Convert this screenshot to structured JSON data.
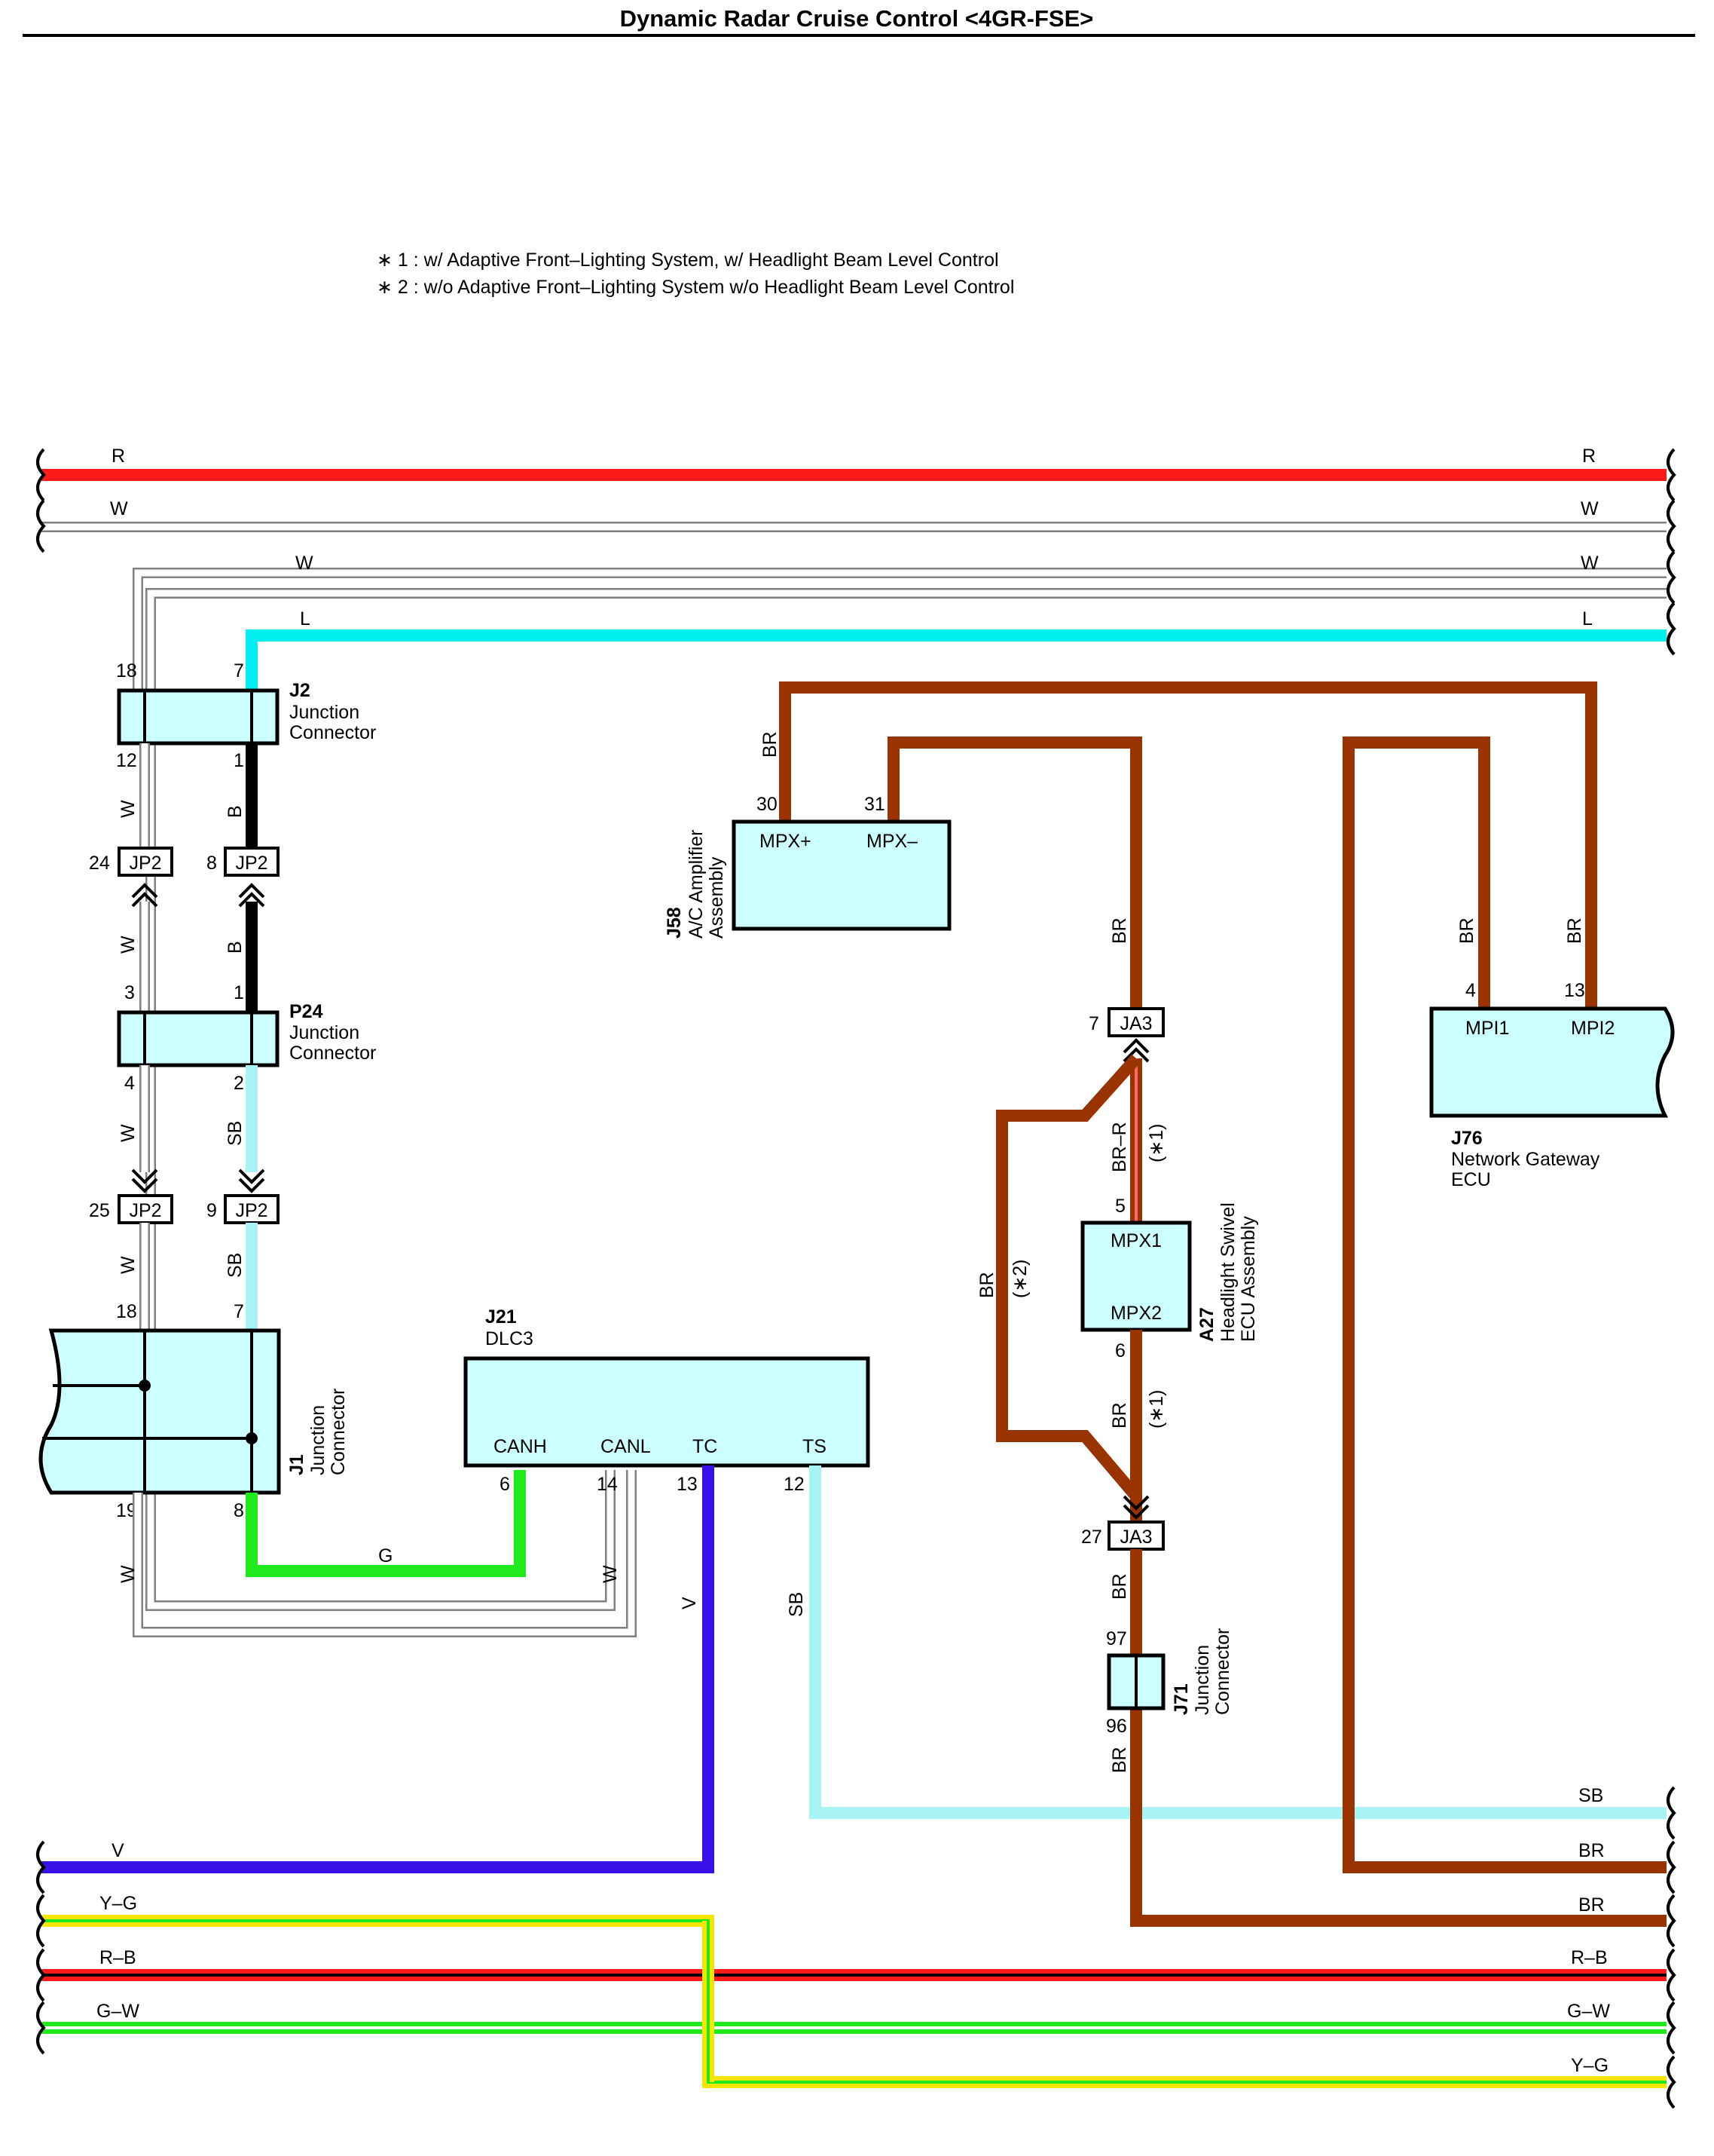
{
  "title": "Dynamic Radar Cruise Control <4GR-FSE>",
  "notes": [
    "∗ 1 : w/ Adaptive Front–Lighting System,  w/ Headlight Beam Level Control",
    "∗ 2 : w/o Adaptive Front–Lighting System w/o Headlight Beam Level Control"
  ],
  "colors": {
    "R": "#ff1a1a",
    "W": "#ffffff",
    "W_outline": "#808080",
    "L": "#00f0f0",
    "B": "#000000",
    "SB": "#a8f4f4",
    "G": "#1eea1e",
    "V": "#3a10e8",
    "BR": "#993300",
    "Y": "#f5e600",
    "connector_fill": "#ccffff"
  },
  "wire_labels": {
    "top_R_left": "R",
    "top_R_right": "R",
    "top_W1_left": "W",
    "top_W1_right": "W",
    "top_W2_left": "W",
    "top_W2_right": "W",
    "top_L_left": "L",
    "top_L_right": "L",
    "j2_w": "W",
    "j2_b": "B",
    "p24_w_up": "W",
    "p24_b_up": "B",
    "p24_w_down": "W",
    "p24_sb_down": "SB",
    "j1_w_up": "W",
    "j1_sb_up": "SB",
    "j1_w_bottom": "W",
    "g_wire": "G",
    "canl_w": "W",
    "tc_v": "V",
    "ts_sb": "SB",
    "br_j58": "BR",
    "br_ja3_up": "BR",
    "br_r": "BR–R",
    "br_a27_down": "BR",
    "br_ja3_down": "BR",
    "br_j71_down": "BR",
    "br_left_loop": "BR",
    "br_j76_4": "BR",
    "br_j76_13": "BR",
    "bottom_V": "V",
    "bottom_YG_left": "Y–G",
    "bottom_RB_left": "R–B",
    "bottom_RB_right": "R–B",
    "bottom_GW_left": "G–W",
    "bottom_GW_right": "G–W",
    "bottom_YG_right": "Y–G",
    "right_SB": "SB",
    "right_BR1": "BR",
    "right_BR2": "BR",
    "note1": "(∗1)",
    "note1b": "(∗1)",
    "note2": "(∗2)"
  },
  "connectors": {
    "j2": {
      "id": "J2",
      "name1": "Junction",
      "name2": "Connector",
      "pins": [
        "18",
        "7",
        "12",
        "1"
      ]
    },
    "jp2_a": {
      "label": "JP2",
      "pin": "24"
    },
    "jp2_b": {
      "label": "JP2",
      "pin": "8"
    },
    "p24": {
      "id": "P24",
      "name1": "Junction",
      "name2": "Connector",
      "pins": [
        "3",
        "1",
        "4",
        "2"
      ]
    },
    "jp2_c": {
      "label": "JP2",
      "pin": "25"
    },
    "jp2_d": {
      "label": "JP2",
      "pin": "9"
    },
    "j1": {
      "id": "J1",
      "name1": "Junction",
      "name2": "Connector",
      "pins": [
        "18",
        "7",
        "19",
        "8"
      ]
    },
    "j21": {
      "id": "J21",
      "name": "DLC3",
      "terminals": [
        "CANH",
        "CANL",
        "TC",
        "TS"
      ],
      "pins": [
        "6",
        "14",
        "13",
        "12"
      ]
    },
    "j58": {
      "id": "J58",
      "name1": "A/C Amplifier",
      "name2": "Assembly",
      "terminals": [
        "MPX+",
        "MPX–"
      ],
      "pins": [
        "30",
        "31"
      ]
    },
    "ja3_top": {
      "label": "JA3",
      "pin": "7"
    },
    "a27": {
      "id": "A27",
      "name1": "Headlight Swivel",
      "name2": "ECU Assembly",
      "terminals": [
        "MPX1",
        "MPX2"
      ],
      "pins": [
        "5",
        "6"
      ]
    },
    "ja3_bottom": {
      "label": "JA3",
      "pin": "27"
    },
    "j71": {
      "id": "J71",
      "name1": "Junction",
      "name2": "Connector",
      "pins": [
        "97",
        "96"
      ]
    },
    "j76": {
      "id": "J76",
      "name1": "Network Gateway",
      "name2": "ECU",
      "terminals": [
        "MPI1",
        "MPI2"
      ],
      "pins": [
        "4",
        "13"
      ]
    }
  }
}
